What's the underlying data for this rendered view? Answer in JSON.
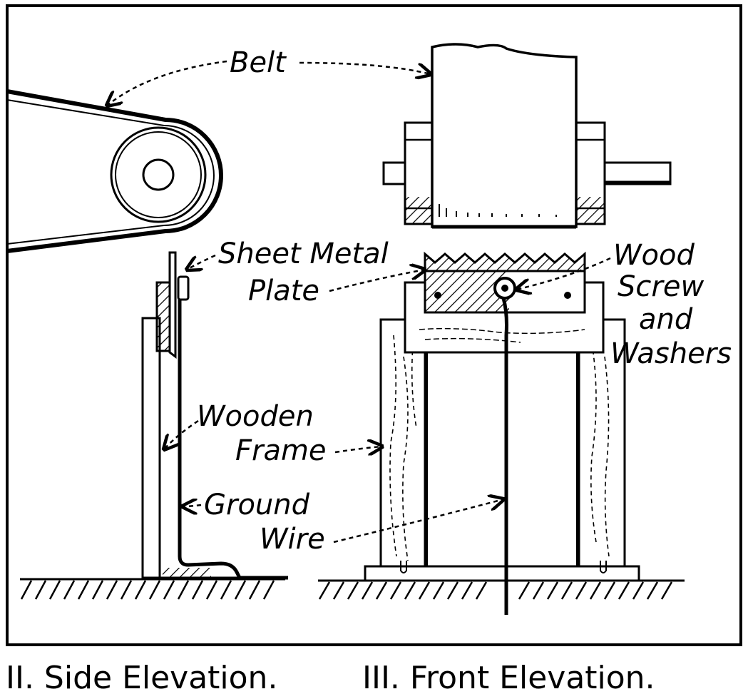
{
  "labels": {
    "belt": "Belt",
    "sheet_metal_plate_line1": "Sheet Metal",
    "sheet_metal_plate_line2": "Plate",
    "wood_screw_line1": "Wood",
    "wood_screw_line2": "Screw",
    "wood_screw_line3": "and",
    "wood_screw_line4": "Washers",
    "wooden_frame_line1": "Wooden",
    "wooden_frame_line2": "Frame",
    "ground_wire_line1": "Ground",
    "ground_wire_line2": "Wire"
  },
  "captions": {
    "side": "II. Side Elevation.",
    "front": "III. Front Elevation."
  },
  "colors": {
    "ink": "#000000",
    "paper": "#ffffff"
  }
}
